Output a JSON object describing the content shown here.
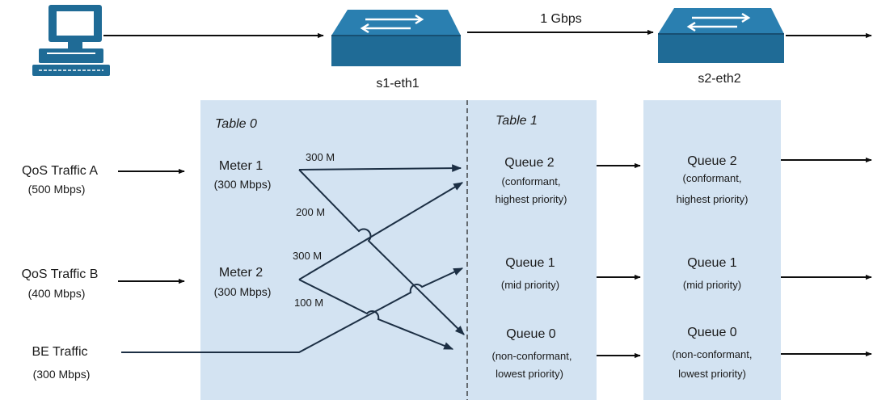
{
  "top": {
    "link_speed": "1 Gbps",
    "switch1_label": "s1-eth1",
    "switch2_label": "s2-eth2"
  },
  "tables": {
    "table0_title": "Table 0",
    "table1_title": "Table 1"
  },
  "traffic": [
    {
      "name": "QoS Traffic A",
      "rate": "(500 Mbps)"
    },
    {
      "name": "QoS Traffic B",
      "rate": "(400 Mbps)"
    },
    {
      "name": "BE Traffic",
      "rate": "(300 Mbps)"
    }
  ],
  "meters": [
    {
      "name": "Meter 1",
      "rate": "(300 Mbps)"
    },
    {
      "name": "Meter 2",
      "rate": "(300 Mbps)"
    }
  ],
  "flow_labels": {
    "m1_top": "300 M",
    "m1_bottom": "200 M",
    "m2_top": "300 M",
    "m2_bottom": "100 M"
  },
  "queues_s1": [
    {
      "name": "Queue 2",
      "line1": "(conformant,",
      "line2": "highest priority)"
    },
    {
      "name": "Queue 1",
      "line1": "(mid priority)",
      "line2": ""
    },
    {
      "name": "Queue 0",
      "line1": "(non-conformant,",
      "line2": "lowest priority)"
    }
  ],
  "queues_s2": [
    {
      "name": "Queue 2",
      "line1": "(conformant,",
      "line2": "highest priority)"
    },
    {
      "name": "Queue 1",
      "line1": "(mid priority)",
      "line2": ""
    },
    {
      "name": "Queue 0",
      "line1": "(non-conformant,",
      "line2": "lowest priority)"
    }
  ],
  "colors": {
    "panel": "#d3e3f2",
    "device": "#1f6b96",
    "device_dark": "#174f72",
    "line": "#0d0d0d",
    "flow": "#1c2f44"
  }
}
